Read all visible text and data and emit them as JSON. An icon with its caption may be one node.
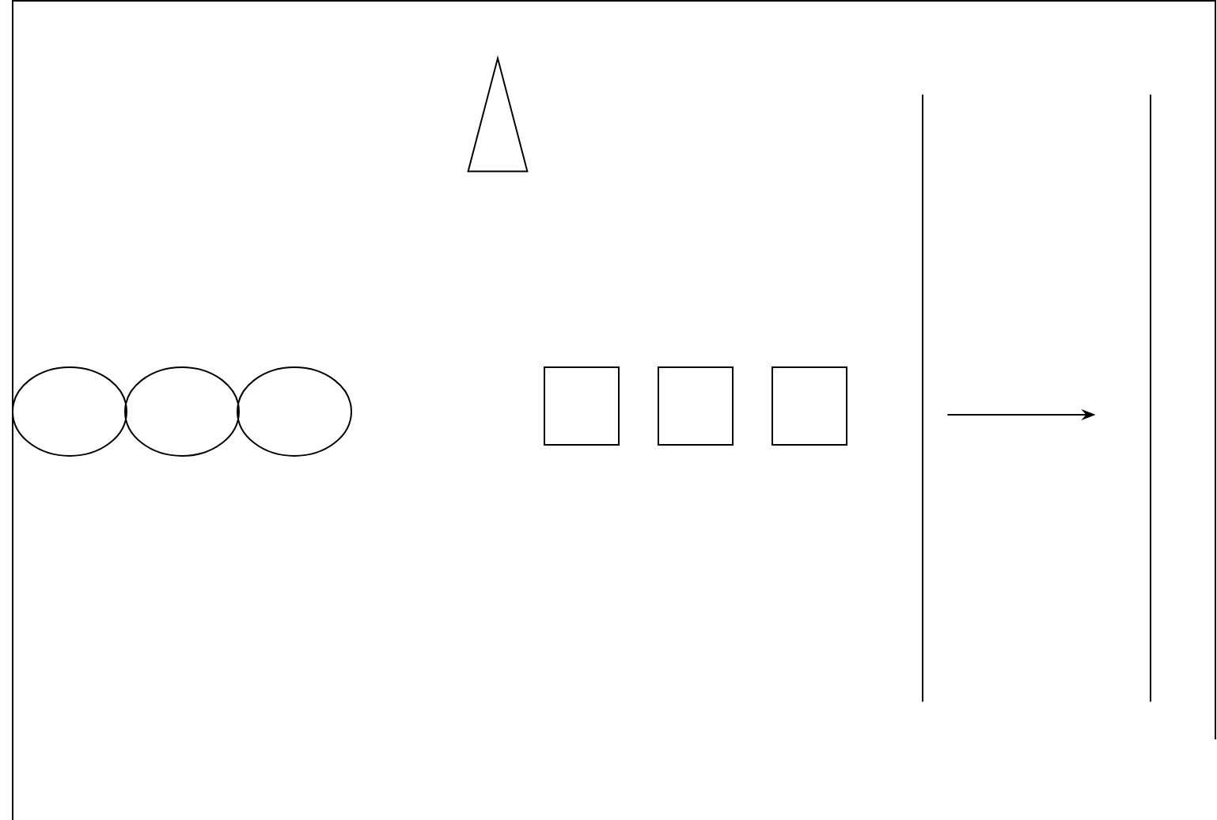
{
  "diagram": {
    "nodes": [
      {
        "text": [],
        "shape": "triangle"
      },
      {
        "text": [],
        "shape": "ellipse"
      },
      {
        "text": [],
        "shape": "ellipse"
      },
      {
        "text": [],
        "shape": "ellipse"
      },
      {
        "text": [],
        "shape": "box"
      },
      {
        "text": [],
        "shape": "box"
      },
      {
        "text": [],
        "shape": "box"
      },
      {
        "text": [],
        "shape": "line"
      },
      {
        "text": [],
        "shape": "line"
      }
    ],
    "edges": [
      {
        "from": 7,
        "to": 8,
        "arrow": "to"
      }
    ]
  }
}
